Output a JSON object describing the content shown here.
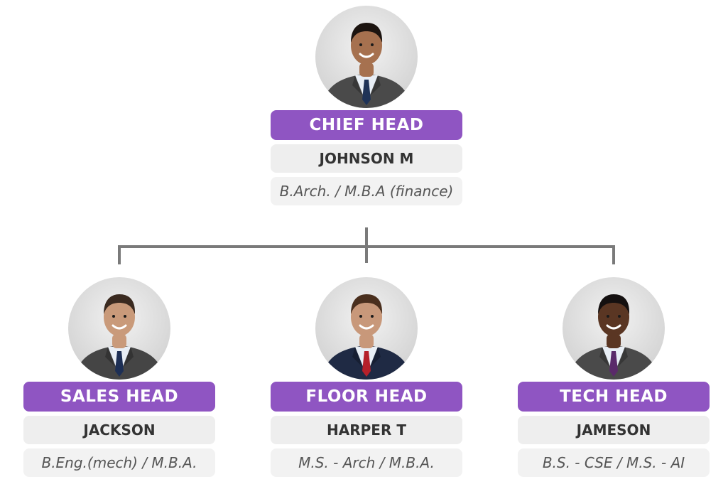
{
  "chief": {
    "role": "CHIEF HEAD",
    "name": "JOHNSON M",
    "degree": "B.Arch. / M.B.A (finance)",
    "suit_color": "#4a4a4a",
    "tie_color": "#1f3357",
    "skin_color": "#a6714f",
    "hair_color": "#1c1410"
  },
  "reports": [
    {
      "role": "SALES HEAD",
      "name": "JACKSON",
      "degree": "B.Eng.(mech) / M.B.A.",
      "suit_color": "#454545",
      "tie_color": "#1d2f55",
      "skin_color": "#c99a7a",
      "hair_color": "#3a2a20"
    },
    {
      "role": "FLOOR HEAD",
      "name": "HARPER T",
      "degree": "M.S. - Arch / M.B.A.",
      "suit_color": "#1f2a44",
      "tie_color": "#b5202a",
      "skin_color": "#c8987a",
      "hair_color": "#4a2f1e"
    },
    {
      "role": "TECH HEAD",
      "name": "JAMESON",
      "degree": "B.S. - CSE / M.S. - AI",
      "suit_color": "#4a4a4a",
      "tie_color": "#5a2a6a",
      "skin_color": "#5a3623",
      "hair_color": "#141010"
    }
  ],
  "colors": {
    "role_bg": "#8f55c2",
    "connector": "#7a7a7a"
  }
}
